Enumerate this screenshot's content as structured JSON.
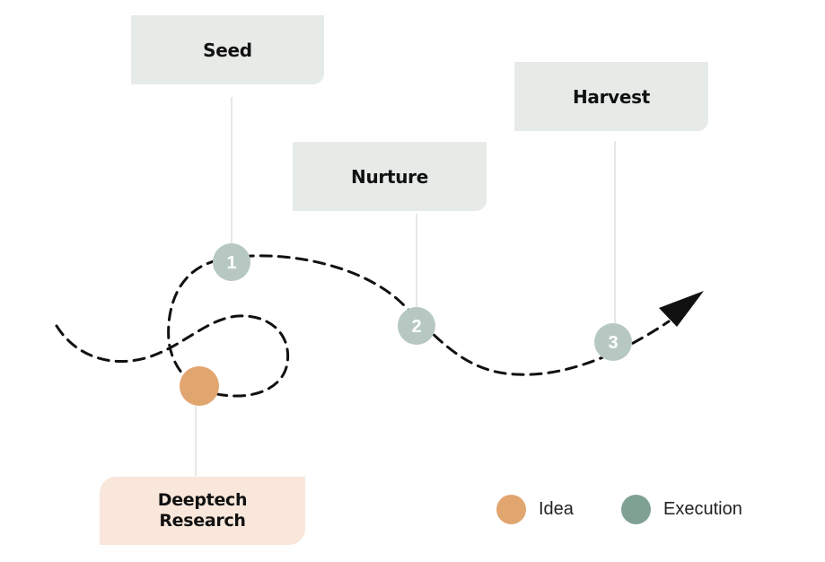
{
  "stages": [
    {
      "number": "1",
      "label": "Seed"
    },
    {
      "number": "2",
      "label": "Nurture"
    },
    {
      "number": "3",
      "label": "Harvest"
    }
  ],
  "idea_box": {
    "line1": "Deeptech",
    "line2": "Research"
  },
  "legend": {
    "idea_label": "Idea",
    "execution_label": "Execution"
  },
  "colors": {
    "idea": "#e1a56f",
    "execution_marker": "#b6c8c1",
    "execution_legend": "#7fa194",
    "stage_box": "#e7ebe8",
    "idea_box": "#f8e7da",
    "path": "#111111"
  }
}
